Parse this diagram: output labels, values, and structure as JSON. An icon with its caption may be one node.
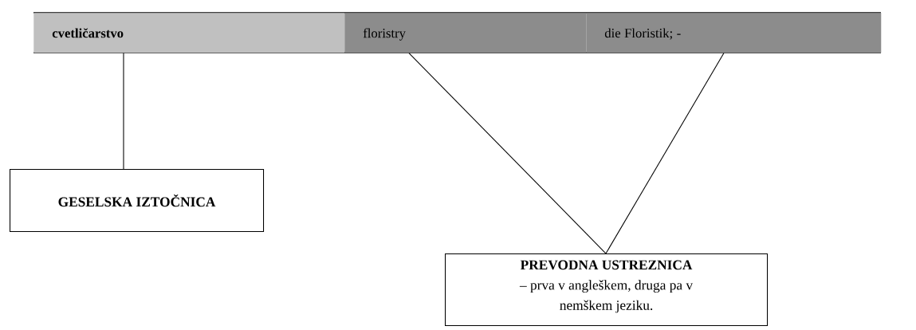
{
  "diagram": {
    "nodes": [
      {
        "text": [
          "**cvetličarstvo**"
        ]
      },
      {
        "text": [
          "floristry"
        ]
      },
      {
        "text": [
          "die Floristik; -"
        ]
      },
      {
        "text": [
          "GESELSKA IZTOČNICA"
        ]
      },
      {
        "text": [
          "PREVODNA USTREZNICA",
          "– prva v angleškem, druga pa v nemškem jeziku."
        ]
      }
    ],
    "edges": [
      {
        "from": 0,
        "to": 3,
        "arrow": "none"
      },
      {
        "from": 1,
        "to": 4,
        "arrow": "none"
      },
      {
        "from": 2,
        "to": 4,
        "arrow": "none"
      }
    ]
  }
}
